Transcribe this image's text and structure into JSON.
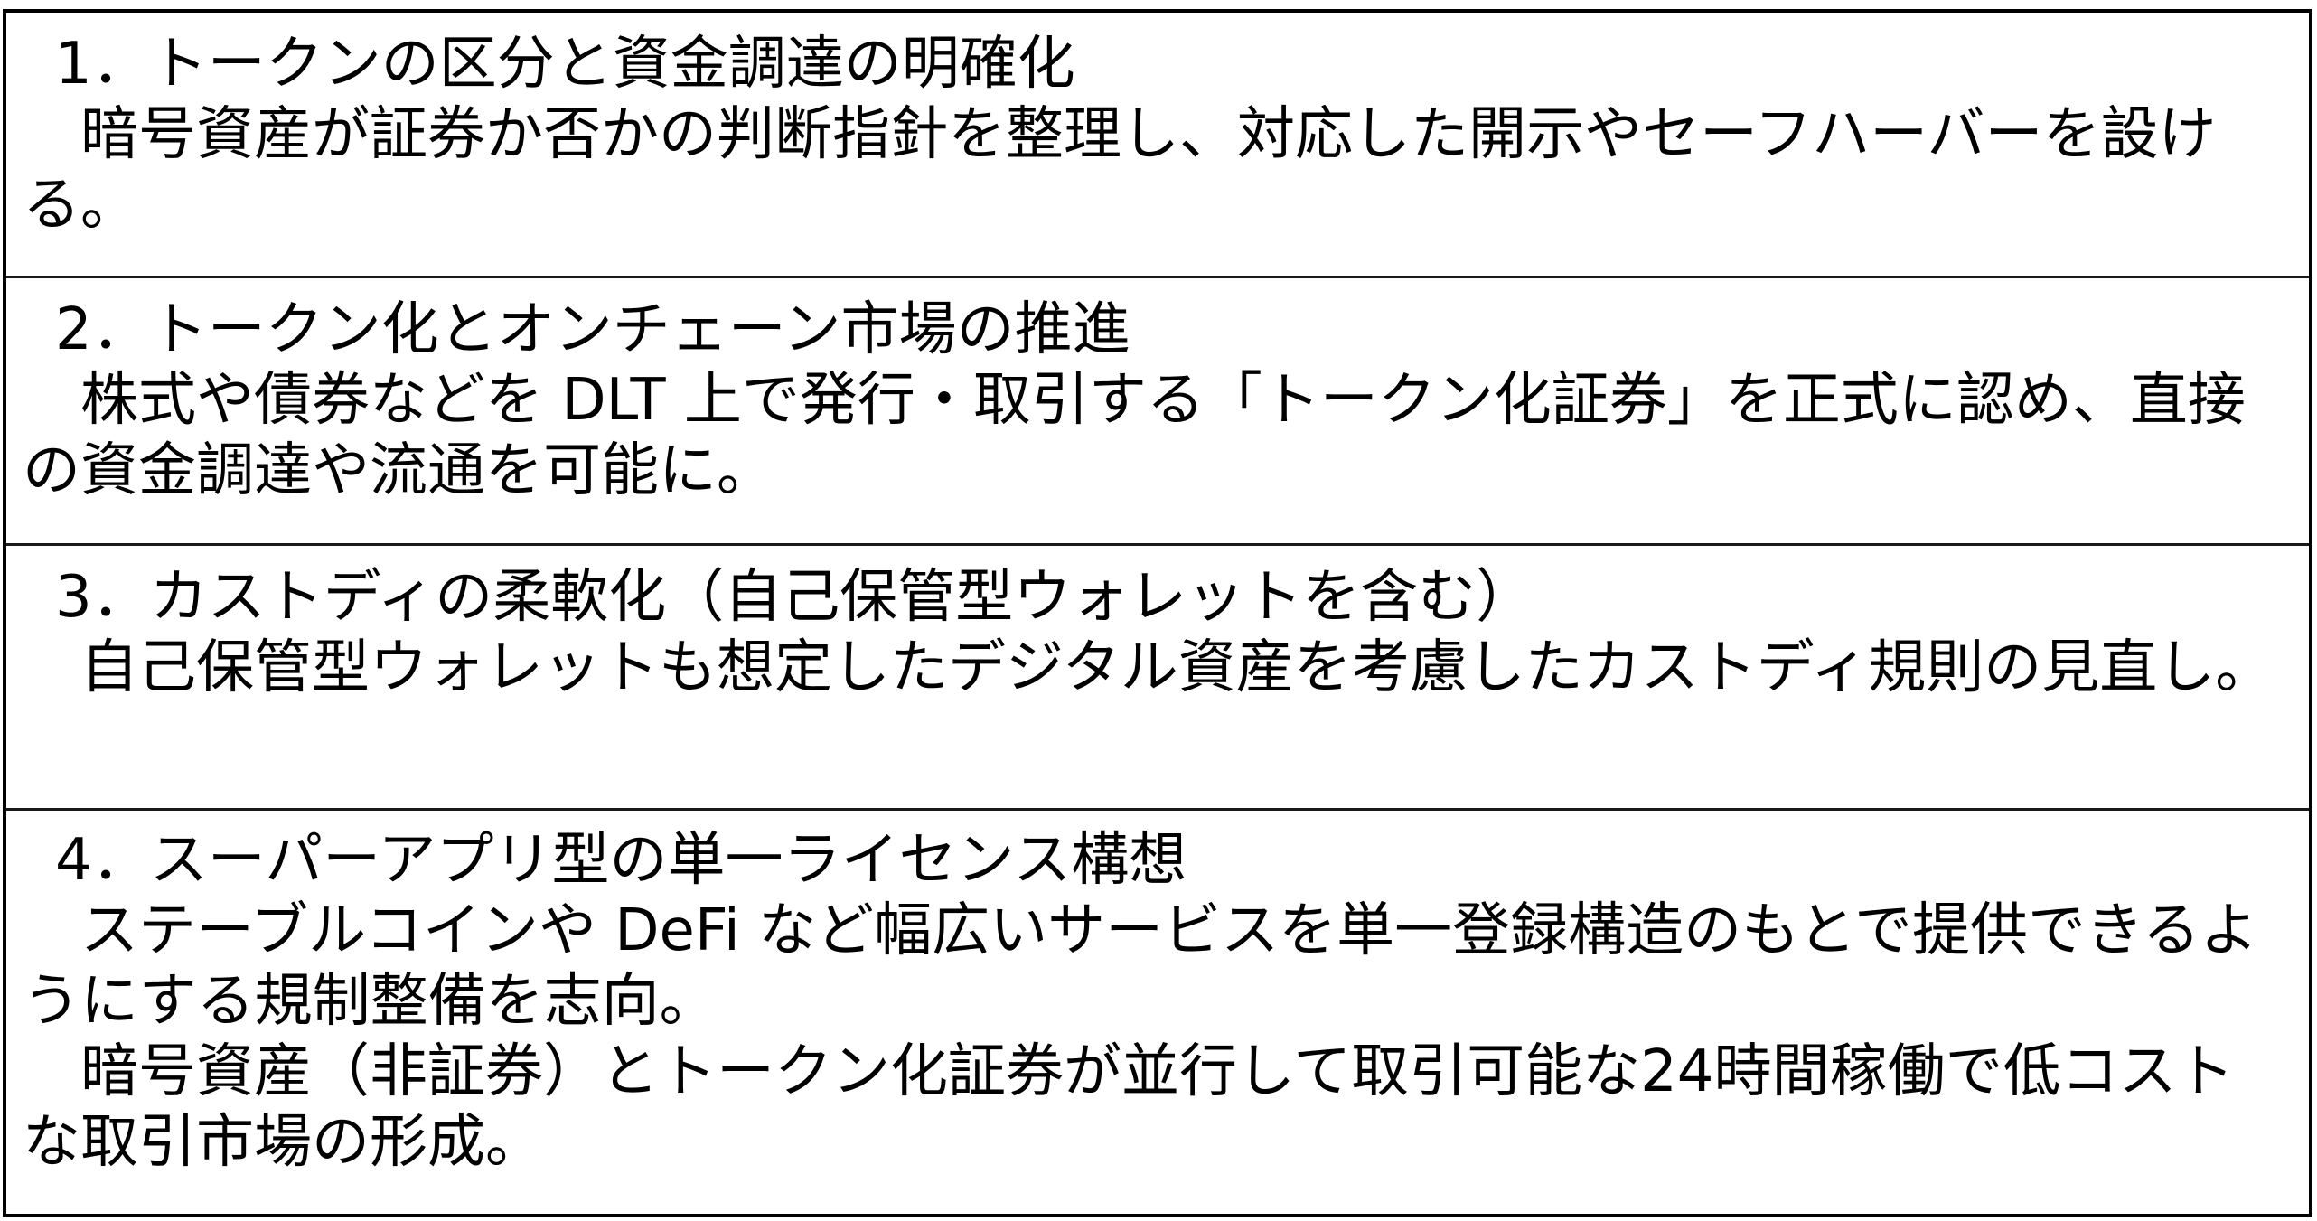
{
  "items": [
    {
      "number": "1．",
      "title": "トークンの区分と資金調達の明確化",
      "paragraphs": [
        "暗号資産が証券か否かの判断指針を整理し、対応した開示やセーフハーバーを設ける。"
      ]
    },
    {
      "number": "2．",
      "title": "トークン化とオンチェーン市場の推進",
      "paragraphs": [
        "株式や債券などを DLT 上で発行・取引する「トークン化証券」を正式に認め、直接の資金調達や流通を可能に。"
      ]
    },
    {
      "number": "3．",
      "title": "カストディの柔軟化（自己保管型ウォレットを含む）",
      "paragraphs": [
        "自己保管型ウォレットも想定したデジタル資産を考慮したカストディ規則の見直し。"
      ]
    },
    {
      "number": "4．",
      "title": "スーパーアプリ型の単一ライセンス構想",
      "paragraphs": [
        "ステーブルコインや DeFi など幅広いサービスを単一登録構造のもとで提供できるようにする規制整備を志向。",
        "暗号資産（非証券）とトークン化証券が並行して取引可能な24時間稼働で低コストな取引市場の形成。"
      ]
    }
  ]
}
